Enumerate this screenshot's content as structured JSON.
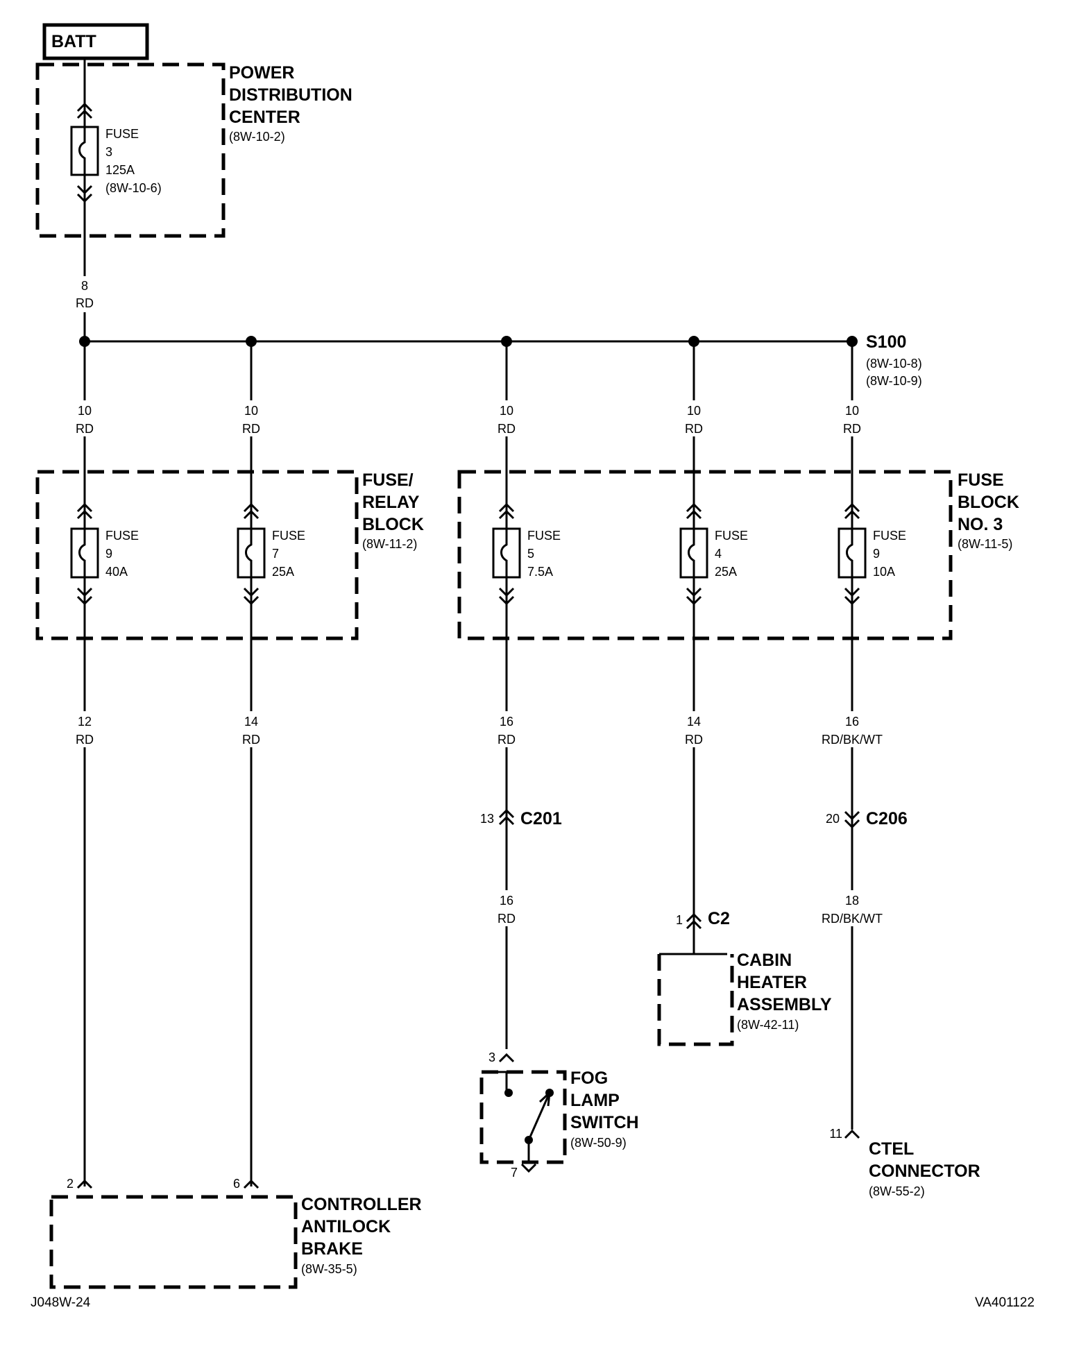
{
  "batt_label": "BATT",
  "pdc": {
    "l1": "POWER",
    "l2": "DISTRIBUTION",
    "l3": "CENTER",
    "ref": "(8W-10-2)"
  },
  "fuse3": {
    "l1": "FUSE",
    "l2": "3",
    "l3": "125A",
    "l4": "(8W-10-6)"
  },
  "wire_main": {
    "gauge": "8",
    "color": "RD"
  },
  "splice": {
    "name": "S100",
    "ref1": "(8W-10-8)",
    "ref2": "(8W-10-9)"
  },
  "branch_wires": {
    "b1": {
      "gauge": "10",
      "color": "RD"
    },
    "b2": {
      "gauge": "10",
      "color": "RD"
    },
    "b3": {
      "gauge": "10",
      "color": "RD"
    },
    "b4": {
      "gauge": "10",
      "color": "RD"
    },
    "b5": {
      "gauge": "10",
      "color": "RD"
    }
  },
  "relay_block": {
    "l1": "FUSE/",
    "l2": "RELAY",
    "l3": "BLOCK",
    "ref": "(8W-11-2)"
  },
  "fuse_block3": {
    "l1": "FUSE",
    "l2": "BLOCK",
    "l3": "NO. 3",
    "ref": "(8W-11-5)"
  },
  "fuses": {
    "f9a": {
      "l1": "FUSE",
      "l2": "9",
      "l3": "40A"
    },
    "f7": {
      "l1": "FUSE",
      "l2": "7",
      "l3": "25A"
    },
    "f5": {
      "l1": "FUSE",
      "l2": "5",
      "l3": "7.5A"
    },
    "f4": {
      "l1": "FUSE",
      "l2": "4",
      "l3": "25A"
    },
    "f9b": {
      "l1": "FUSE",
      "l2": "9",
      "l3": "10A"
    }
  },
  "out_wires": {
    "o1": {
      "gauge": "12",
      "color": "RD"
    },
    "o2": {
      "gauge": "14",
      "color": "RD"
    },
    "o3": {
      "gauge": "16",
      "color": "RD"
    },
    "o4": {
      "gauge": "14",
      "color": "RD"
    },
    "o5": {
      "gauge": "16",
      "color": "RD/BK/WT"
    }
  },
  "c201": {
    "name": "C201",
    "pin": "13"
  },
  "c206": {
    "name": "C206",
    "pin": "20"
  },
  "c2": {
    "name": "C2",
    "pin": "1"
  },
  "after_c201": {
    "gauge": "16",
    "color": "RD"
  },
  "after_c206": {
    "gauge": "18",
    "color": "RD/BK/WT"
  },
  "cabin_heater": {
    "l1": "CABIN",
    "l2": "HEATER",
    "l3": "ASSEMBLY",
    "ref": "(8W-42-11)"
  },
  "fog_switch": {
    "l1": "FOG",
    "l2": "LAMP",
    "l3": "SWITCH",
    "ref": "(8W-50-9)",
    "pin_in": "3",
    "pin_out": "7"
  },
  "ctel": {
    "l1": "CTEL",
    "l2": "CONNECTOR",
    "ref": "(8W-55-2)",
    "pin": "11"
  },
  "abs": {
    "l1": "CONTROLLER",
    "l2": "ANTILOCK",
    "l3": "BRAKE",
    "ref": "(8W-35-5)",
    "pin_a": "2",
    "pin_b": "6"
  },
  "footer": {
    "left": "J048W-24",
    "right": "VA401122"
  }
}
